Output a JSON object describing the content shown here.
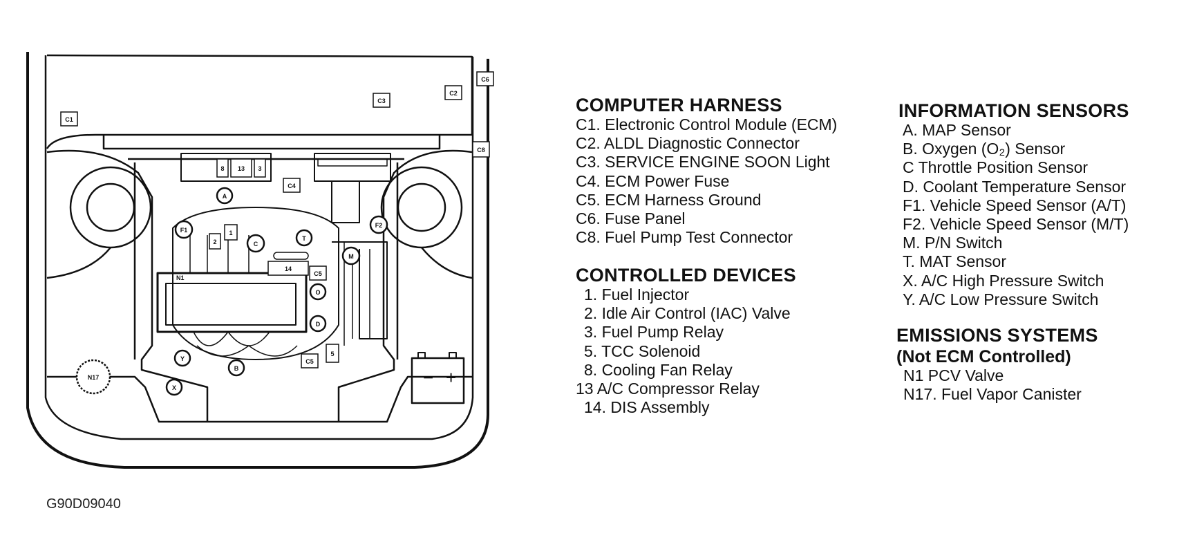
{
  "figure_code": "G90D09040",
  "diagram": {
    "connector_labels": {
      "C1": "C1",
      "C2": "C2",
      "C3": "C3",
      "C4": "C4",
      "C5a": "C5",
      "C5b": "C5",
      "C6": "C6",
      "C8": "C8"
    },
    "device_labels": {
      "d8": "8",
      "d13": "13",
      "d3": "3",
      "d2": "2",
      "d1": "1",
      "d14": "14",
      "d5": "5"
    },
    "sensor_labels": {
      "A": "A",
      "B": "B",
      "C": "C",
      "D": "D",
      "F1": "F1",
      "F2": "F2",
      "M": "M",
      "T": "T",
      "X": "X",
      "Y": "Y",
      "O": "O"
    },
    "emission_labels": {
      "N1": "N1",
      "N17": "N17"
    },
    "battery": {
      "minus": "−",
      "plus": "+"
    }
  },
  "legend": {
    "computer_harness": {
      "title": "COMPUTER HARNESS",
      "items": [
        "C1. Electronic Control Module (ECM)",
        "C2. ALDL Diagnostic Connector",
        "C3. SERVICE ENGINE SOON Light",
        "C4. ECM Power Fuse",
        "C5. ECM Harness Ground",
        "C6. Fuse Panel",
        "C8. Fuel Pump Test Connector"
      ]
    },
    "controlled_devices": {
      "title": "CONTROLLED DEVICES",
      "items": [
        "1. Fuel Injector",
        "2. Idle Air Control (IAC) Valve",
        "3. Fuel Pump Relay",
        "5. TCC Solenoid",
        "8. Cooling Fan Relay",
        "13  A/C Compressor Relay",
        "14. DIS Assembly"
      ]
    },
    "information_sensors": {
      "title": "INFORMATION SENSORS",
      "items": [
        "A. MAP Sensor",
        "B. Oxygen (O₂) Sensor",
        "C  Throttle Position Sensor",
        "D. Coolant Temperature Sensor",
        "F1. Vehicle Speed Sensor (A/T)",
        "F2. Vehicle Speed Sensor (M/T)",
        "M. P/N Switch",
        "T. MAT Sensor",
        "X. A/C High Pressure Switch",
        "Y. A/C Low Pressure Switch"
      ]
    },
    "emissions_systems": {
      "title": "EMISSIONS SYSTEMS",
      "subtitle": "(Not ECM Controlled)",
      "items": [
        "N1  PCV Valve",
        "N17. Fuel Vapor Canister"
      ]
    }
  }
}
